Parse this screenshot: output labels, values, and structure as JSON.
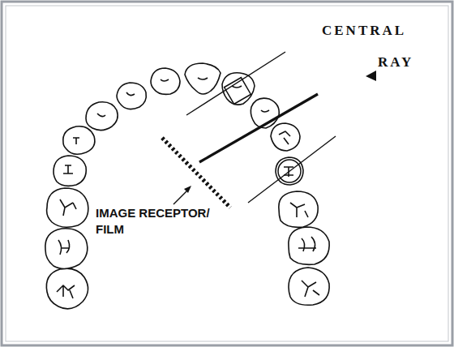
{
  "diagram": {
    "labels": [
      "CENTRAL",
      "RAY",
      "IMAGE RECEPTOR/ FILM"
    ]
  }
}
